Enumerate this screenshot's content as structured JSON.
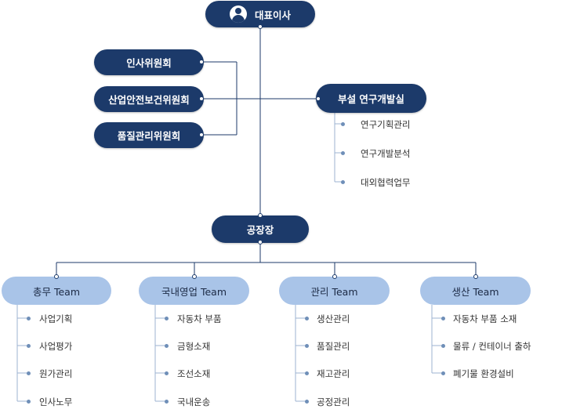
{
  "ceo": {
    "label": "대표이사",
    "icon": "person-icon"
  },
  "committees": [
    "인사위원회",
    "산업안전보건위원회",
    "품질관리위원회"
  ],
  "rnd": {
    "label": "부설 연구개발실",
    "items": [
      "연구기획관리",
      "연구개발분석",
      "대외협력업무"
    ]
  },
  "plant": {
    "label": "공장장"
  },
  "teams": [
    {
      "label": "총무 Team",
      "items": [
        "사업기획",
        "사업평가",
        "원가관리",
        "인사노무"
      ]
    },
    {
      "label": "국내영업 Team",
      "items": [
        "자동차 부품",
        "금형소재",
        "조선소재",
        "국내운송"
      ]
    },
    {
      "label": "관리 Team",
      "items": [
        "생산관리",
        "품질관리",
        "재고관리",
        "공정관리"
      ]
    },
    {
      "label": "생산 Team",
      "items": [
        "자동차 부품 소재",
        "물류 / 컨테이너 출하",
        "폐기물 환경설비"
      ]
    }
  ],
  "colors": {
    "dark": "#1c3a6a",
    "light": "#a9c4e8",
    "line": "#1c3a6a",
    "bullet_line": "#9db3d2"
  }
}
